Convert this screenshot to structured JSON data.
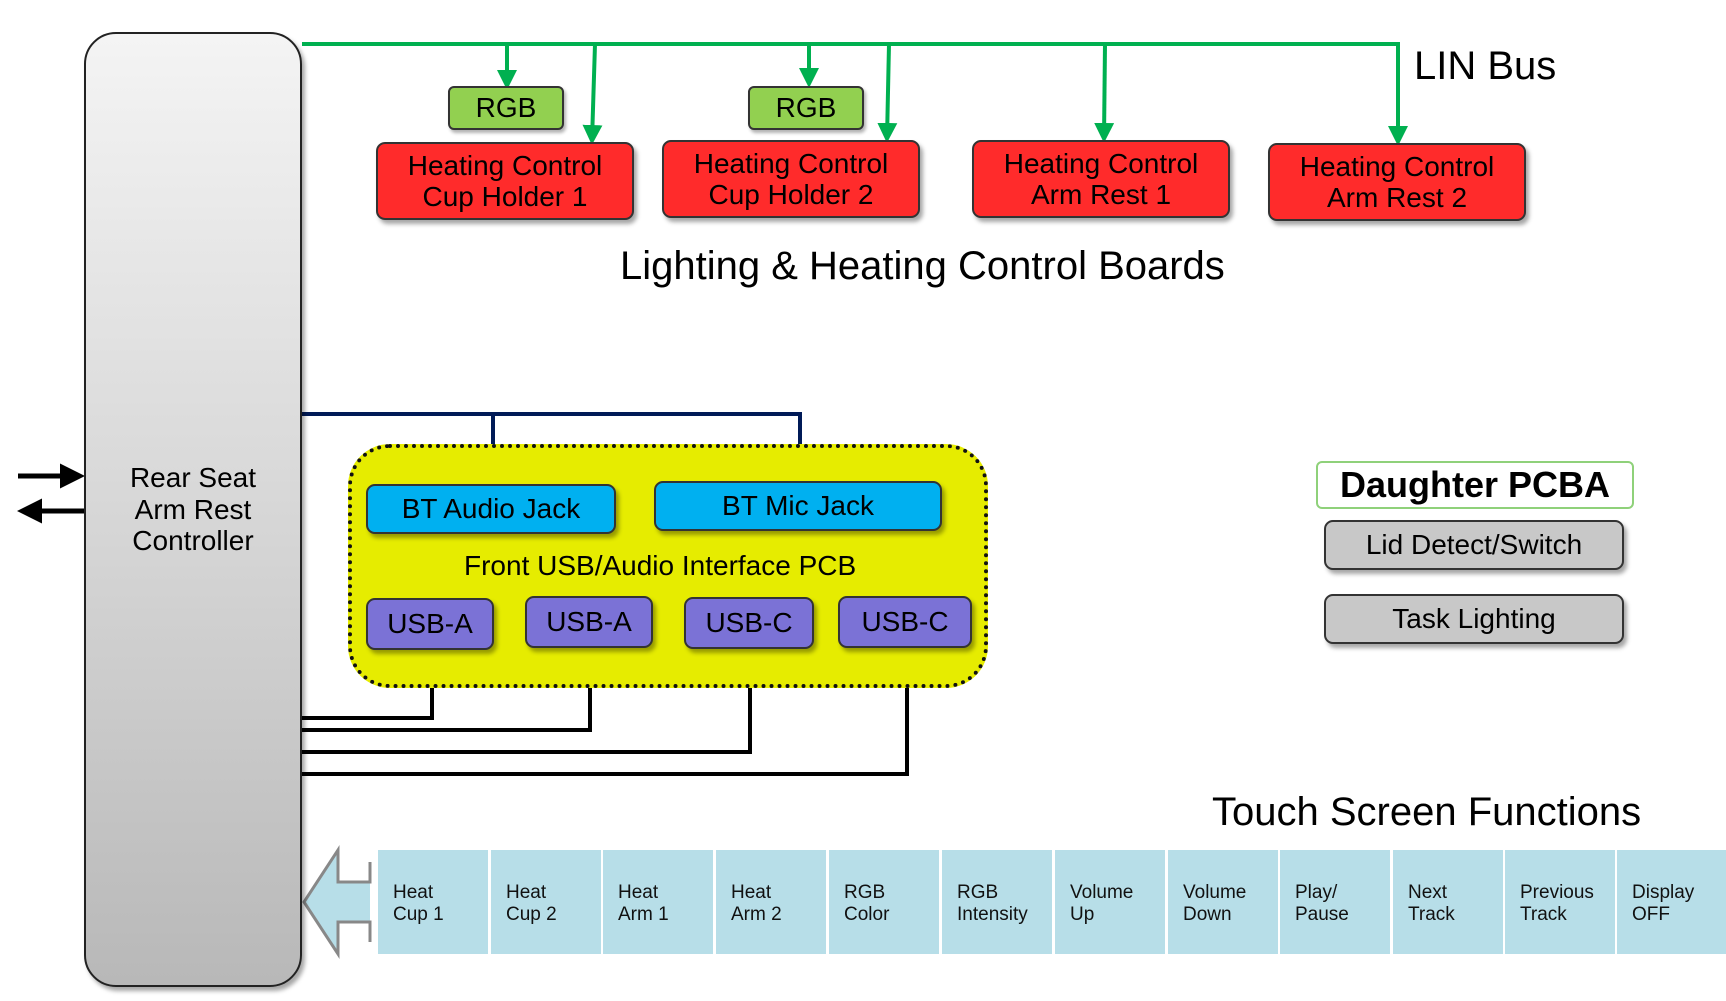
{
  "controller": {
    "lines": [
      "Rear Seat",
      "Arm Rest",
      "Controller"
    ]
  },
  "lin_bus": {
    "label": "LIN Bus",
    "color": "#00b050"
  },
  "rgb_modules": [
    "RGB",
    "RGB"
  ],
  "heating_boards": [
    {
      "lines": [
        "Heating Control",
        "Cup Holder 1"
      ]
    },
    {
      "lines": [
        "Heating Control",
        "Cup Holder 2"
      ]
    },
    {
      "lines": [
        "Heating Control",
        "Arm Rest 1"
      ]
    },
    {
      "lines": [
        "Heating Control",
        "Arm Rest 2"
      ]
    }
  ],
  "boards_title": "Lighting & Heating Control Boards",
  "pcb": {
    "title": "Front USB/Audio Interface PCB",
    "bt_audio": "BT Audio Jack",
    "bt_mic": "BT Mic Jack",
    "ports": [
      "USB-A",
      "USB-A",
      "USB-C",
      "USB-C"
    ],
    "fill_color": "#e6ec00"
  },
  "daughter": {
    "title": "Daughter PCBA",
    "items": [
      "Lid Detect/Switch",
      "Task Lighting"
    ]
  },
  "touch_screen": {
    "title": "Touch Screen Functions",
    "functions": [
      [
        "Heat",
        "Cup 1"
      ],
      [
        "Heat",
        "Cup 2"
      ],
      [
        "Heat",
        "Arm 1"
      ],
      [
        "Heat",
        "Arm 2"
      ],
      [
        "RGB",
        "Color"
      ],
      [
        "RGB",
        "Intensity"
      ],
      [
        "Volume",
        "Up"
      ],
      [
        "Volume",
        "Down"
      ],
      [
        "Play/",
        "Pause"
      ],
      [
        "Next",
        "Track"
      ],
      [
        "Previous",
        "Track"
      ],
      [
        "Display",
        "OFF"
      ]
    ]
  }
}
